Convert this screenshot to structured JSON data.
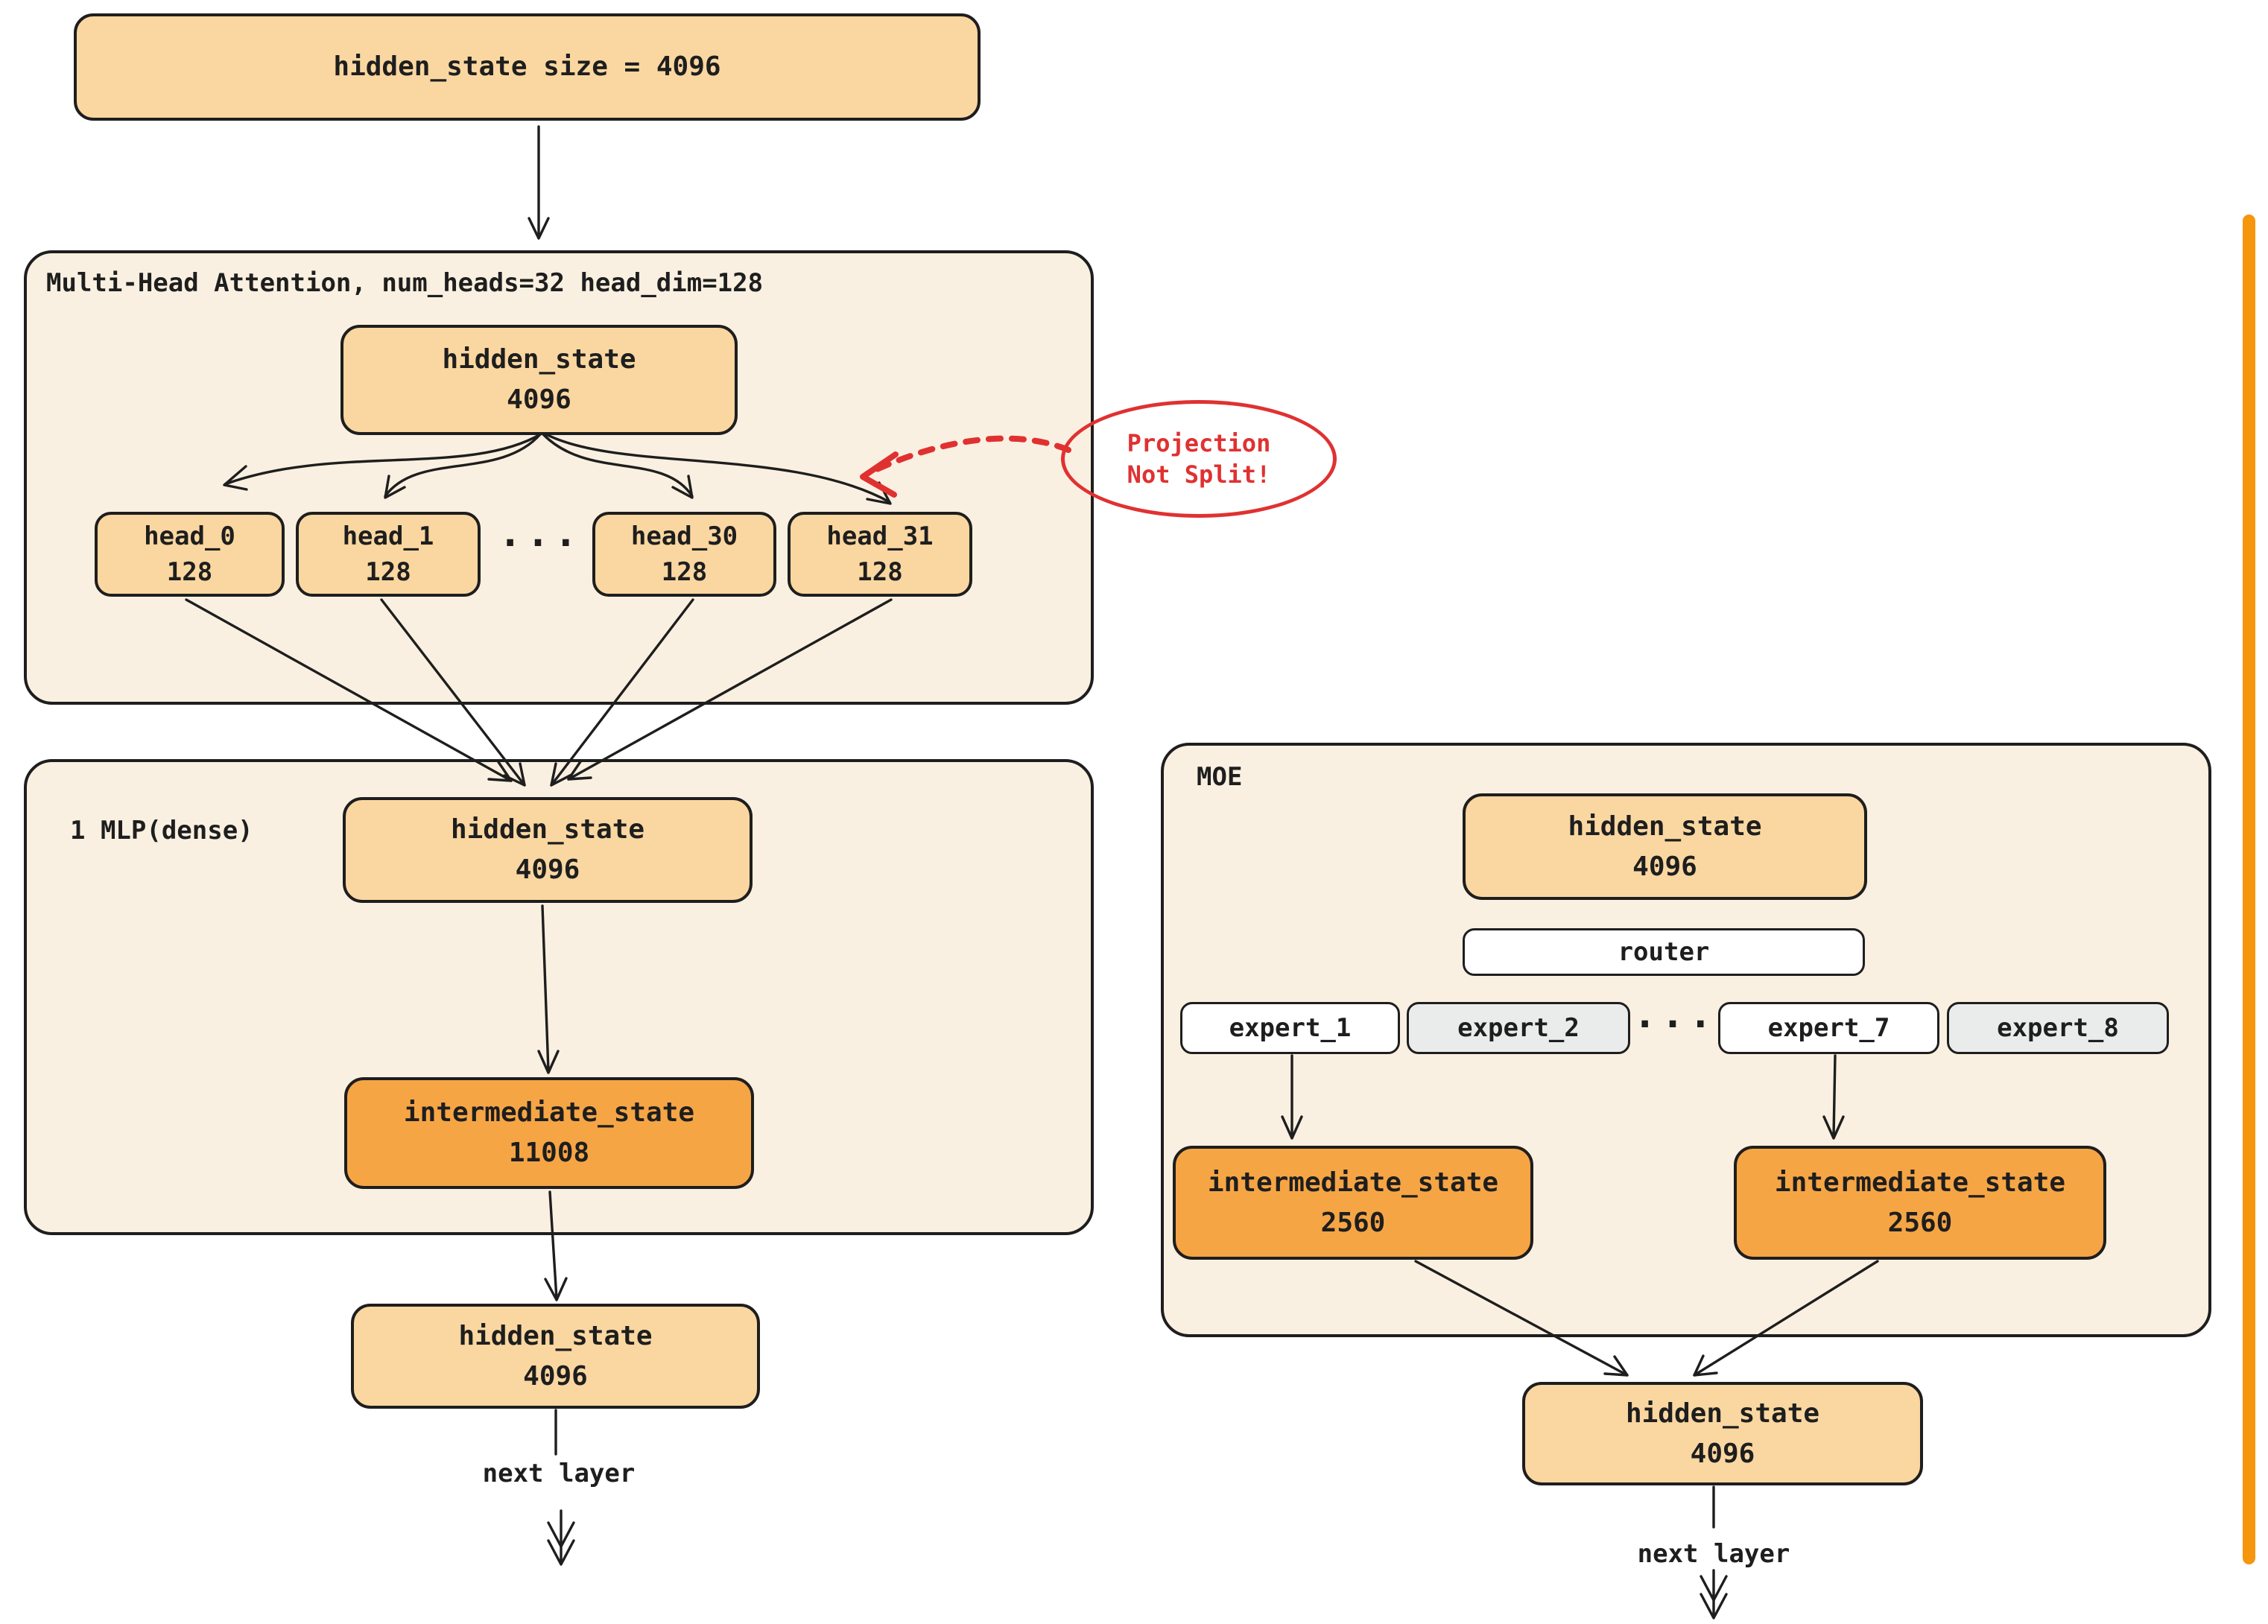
{
  "top_box": {
    "label": "hidden_state size = 4096"
  },
  "mha": {
    "title": "Multi-Head Attention, num_heads=32 head_dim=128",
    "hidden": {
      "name": "hidden_state",
      "size": "4096"
    },
    "heads": [
      {
        "name": "head_0",
        "size": "128"
      },
      {
        "name": "head_1",
        "size": "128"
      },
      {
        "name": "head_30",
        "size": "128"
      },
      {
        "name": "head_31",
        "size": "128"
      }
    ],
    "ellipsis": "...",
    "annotation": {
      "line1": "Projection",
      "line2": "Not Split!"
    }
  },
  "mlp": {
    "title": "1 MLP(dense)",
    "hidden": {
      "name": "hidden_state",
      "size": "4096"
    },
    "intermediate": {
      "name": "intermediate_state",
      "size": "11008"
    },
    "output": {
      "name": "hidden_state",
      "size": "4096"
    },
    "next_layer_label": "next layer"
  },
  "moe": {
    "title": "MOE",
    "hidden": {
      "name": "hidden_state",
      "size": "4096"
    },
    "router_label": "router",
    "experts": [
      {
        "name": "expert_1"
      },
      {
        "name": "expert_2"
      },
      {
        "name": "expert_7"
      },
      {
        "name": "expert_8"
      }
    ],
    "ellipsis": "...",
    "intermediate_left": {
      "name": "intermediate_state",
      "size": "2560"
    },
    "intermediate_right": {
      "name": "intermediate_state",
      "size": "2560"
    },
    "output": {
      "name": "hidden_state",
      "size": "4096"
    },
    "next_layer_label": "next layer"
  },
  "colors": {
    "box_light_orange": "#fad7a1",
    "box_dark_orange": "#f6a545",
    "container_cream": "#faf0e1",
    "expert_gray": "#e9eceb",
    "stroke_dark": "#1e1e1e",
    "annotation_red": "#e03131",
    "side_bar_orange": "#f5960c",
    "white": "#ffffff"
  }
}
